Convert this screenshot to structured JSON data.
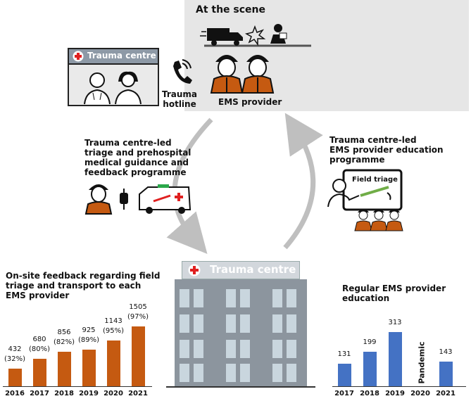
{
  "scene": {
    "title": "At the scene",
    "ems_label": "EMS provider"
  },
  "trauma_card": {
    "label": "Trauma centre"
  },
  "hotline": {
    "line1": "Trauma",
    "line2": "hotline"
  },
  "left_programme": {
    "lines": [
      "Trauma centre-led",
      "triage and prehospital",
      "medical guidance and",
      "feedback programme"
    ]
  },
  "right_programme": {
    "lines": [
      "Trauma centre-led",
      "EMS provider education",
      "programme"
    ],
    "board_label": "Field triage"
  },
  "building": {
    "label": "Trauma centre"
  },
  "colors": {
    "feedback_bar": "#c55a11",
    "education_bar": "#4472c4",
    "building": "#8c959e",
    "scene_bg": "#e6e6e6"
  },
  "icons": [
    "truck-icon",
    "collision-icon",
    "injured-person-icon",
    "phone-icon",
    "doctor-icon",
    "ems-provider-icon",
    "iv-bag-icon",
    "ambulance-icon",
    "red-cross-icon",
    "teacher-icon",
    "presentation-board-icon"
  ],
  "chart_data": [
    {
      "type": "bar",
      "title": "On-site feedback regarding field triage and transport to each EMS provider",
      "categories": [
        "2016",
        "2017",
        "2018",
        "2019",
        "2020",
        "2021"
      ],
      "values": [
        432,
        680,
        856,
        925,
        1143,
        1505
      ],
      "value_labels": [
        "432",
        "680",
        "856",
        "925",
        "1143",
        "1505"
      ],
      "percent_labels": [
        "(32%)",
        "(80%)",
        "(82%)",
        "(89%)",
        "(95%)",
        "(97%)"
      ],
      "ylim": [
        0,
        1850
      ]
    },
    {
      "type": "bar",
      "title": "Regular EMS provider education",
      "categories": [
        "2017",
        "2018",
        "2019",
        "2020",
        "2021"
      ],
      "values": [
        131,
        199,
        313,
        null,
        143
      ],
      "value_labels": [
        "131",
        "199",
        "313",
        "",
        "143"
      ],
      "annotations": [
        {
          "category": "2020",
          "text": "Pandemic"
        }
      ],
      "ylim": [
        0,
        370
      ]
    }
  ]
}
